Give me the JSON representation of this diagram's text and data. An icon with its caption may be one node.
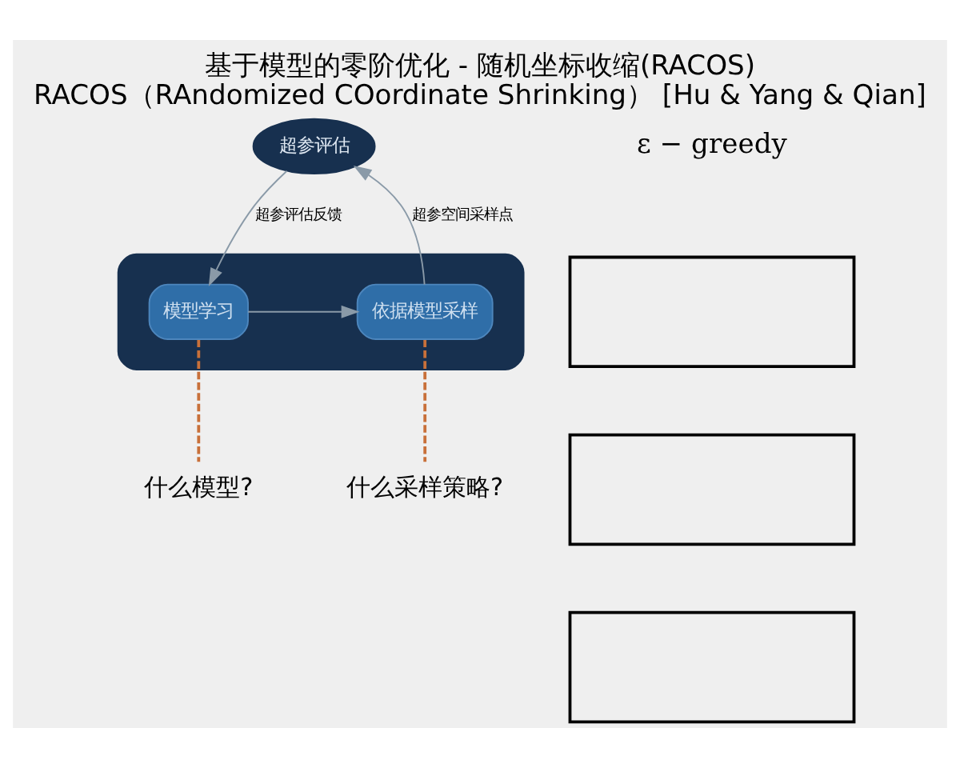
{
  "diagram": {
    "title": "基于模型的零阶优化 - 随机坐标收缩(RACOS)",
    "caption": "RACOS（RAndomized COordinate Shrinking） [Hu & Yang & Qian]",
    "nodes": [
      {
        "text": [
          "超参评估"
        ]
      },
      {
        "text": [],
        "shape": "box"
      },
      {
        "text": [
          "模型学习"
        ],
        "in": 1
      },
      {
        "text": [
          "依据模型采样"
        ],
        "in": 1
      },
      {
        "text": [
          "什么采样策略?"
        ]
      },
      {
        "text": [
          "什么模型?"
        ]
      },
      {
        "text": [],
        "shape": "box"
      },
      {
        "text": [],
        "shape": "box"
      },
      {
        "text": [],
        "shape": "box"
      }
    ],
    "edges": [
      {
        "from": 0,
        "to": 2,
        "label": "超参评估反馈",
        "arrow": "to"
      },
      {
        "from": 3,
        "to": 0,
        "label": "超参空间采样点",
        "arrow": "to"
      },
      {
        "from": 2,
        "to": 3,
        "arrow": "to"
      },
      {
        "from": 3,
        "to": 4,
        "arrow": "none",
        "style": "dashed",
        "color": "#c8703a"
      },
      {
        "from": 2,
        "to": 5,
        "arrow": "none",
        "style": "dashed",
        "color": "#c8703a"
      }
    ],
    "labels": [
      "ε − greedy"
    ]
  }
}
